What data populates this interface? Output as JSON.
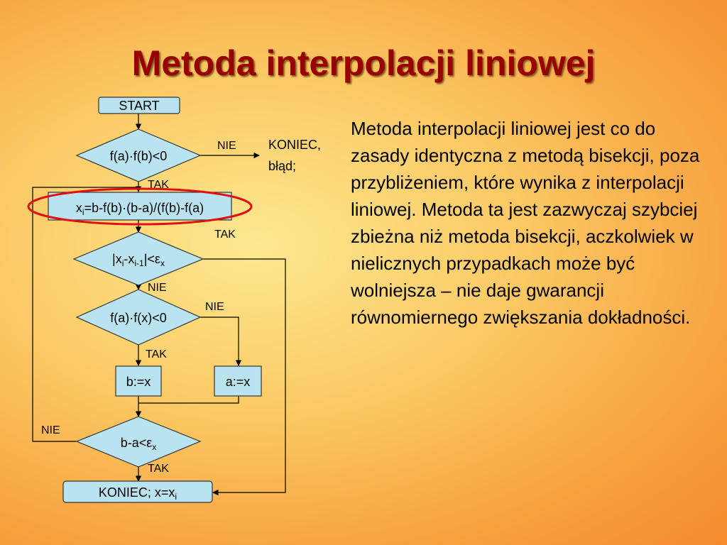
{
  "title": "Metoda interpolacji liniowej",
  "flowchart": {
    "start": "START",
    "cond1": "f(a)·f(b)<0",
    "nie1": "NIE",
    "koniec_err_line1": "KONIEC,",
    "koniec_err_line2": "błąd;",
    "tak1": "TAK",
    "formula": {
      "x": "x",
      "sub_i": "i",
      "rest": "=b-f(b)·(b-a)/(f(b)-f(a)"
    },
    "tak_right": "TAK",
    "cond2": {
      "pre": "|x",
      "sub_i": "i",
      "mid": "-x",
      "sub_i1": "i-1",
      "post": "|<ε",
      "sub_x": "x"
    },
    "nie2": "NIE",
    "cond3": "f(a)·f(x)<0",
    "nie3": "NIE",
    "tak3": "TAK",
    "assign_b": "b:=x",
    "assign_a": "a:=x",
    "nie4": "NIE",
    "cond4": {
      "pre": "b-a<ε",
      "sub_x": "x"
    },
    "tak4": "TAK",
    "end": {
      "pre": "KONIEC; x=x",
      "sub_i": "i"
    }
  },
  "body_text": "Metoda interpolacji liniowej jest co do zasady identyczna z metodą bisekcji, poza przybliżeniem, które wynika z interpolacji liniowej. Metoda ta jest zazwyczaj szybciej zbieżna niż metoda bisekcji, aczkolwiek w nielicznych przypadkach może być wolniejsza – nie daje gwarancji równomiernego zwiększania dokładności."
}
